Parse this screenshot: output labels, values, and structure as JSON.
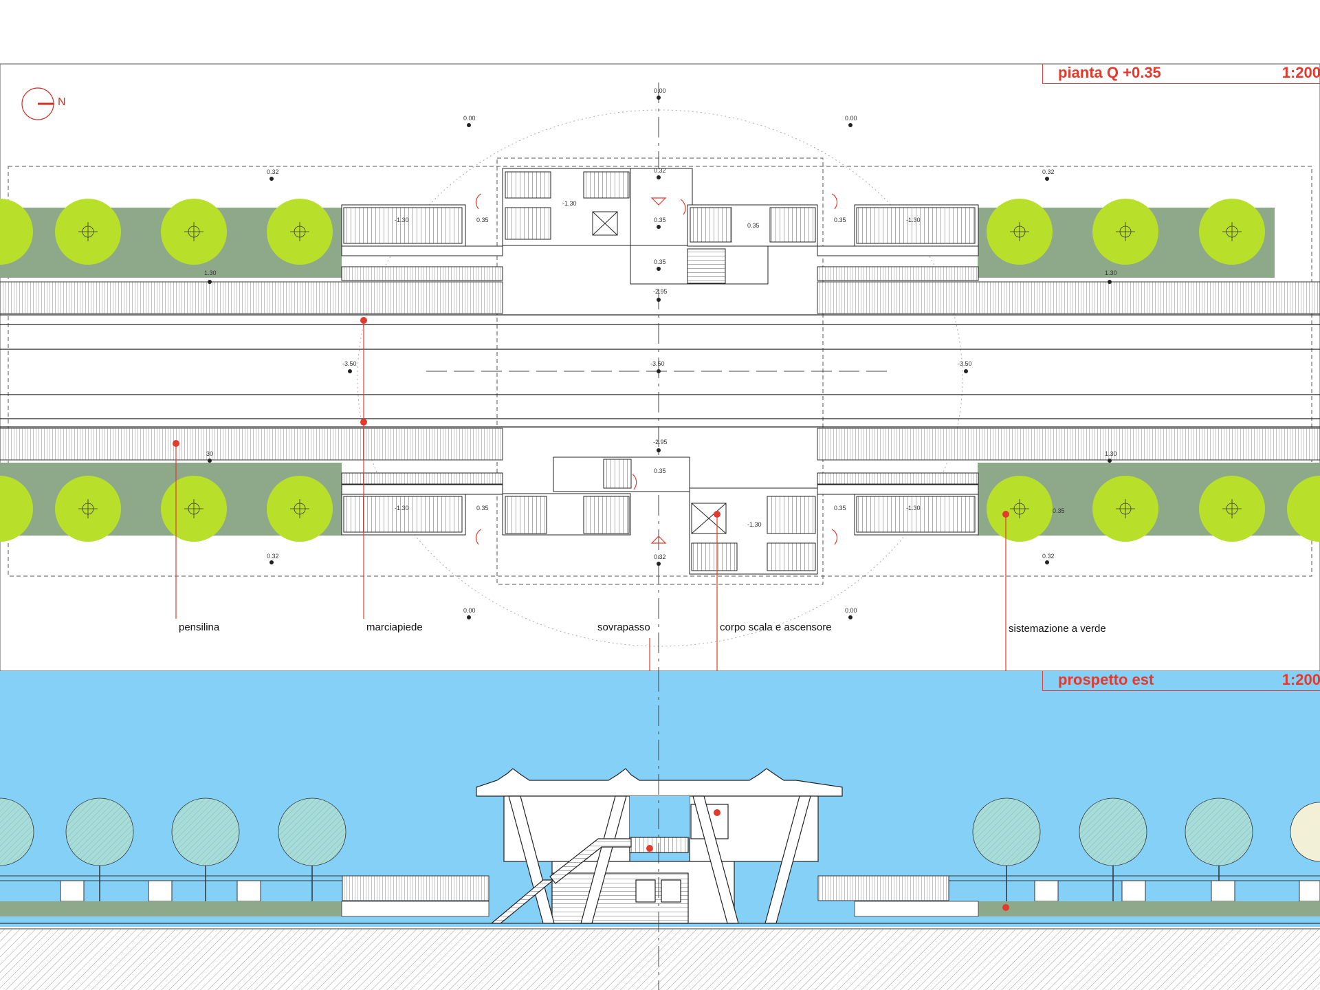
{
  "plan": {
    "title": "pianta Q +0.35",
    "scale": "1:200"
  },
  "elevation": {
    "title": "prospetto est",
    "scale": "1:200"
  },
  "north_label": "N",
  "labels": {
    "pensilina": "pensilina",
    "marciapiede": "marciapiede",
    "sovrapasso": "sovrapasso",
    "corpo_scala": "corpo scala e ascensore",
    "sistemazione": "sistemazione a verde"
  },
  "levels": {
    "l000": "0.00",
    "l032": "0.32",
    "l035": "0.35",
    "lm130": "-1.30",
    "l130": "1.30",
    "lm295": "-2.95",
    "lm350": "-3.50",
    "l30": "30"
  },
  "colors": {
    "accent_red": "#e33a2e",
    "tree_green": "#b8e02a",
    "grass": "#8ea88a",
    "sky": "#84d0f7",
    "line": "#222222"
  }
}
